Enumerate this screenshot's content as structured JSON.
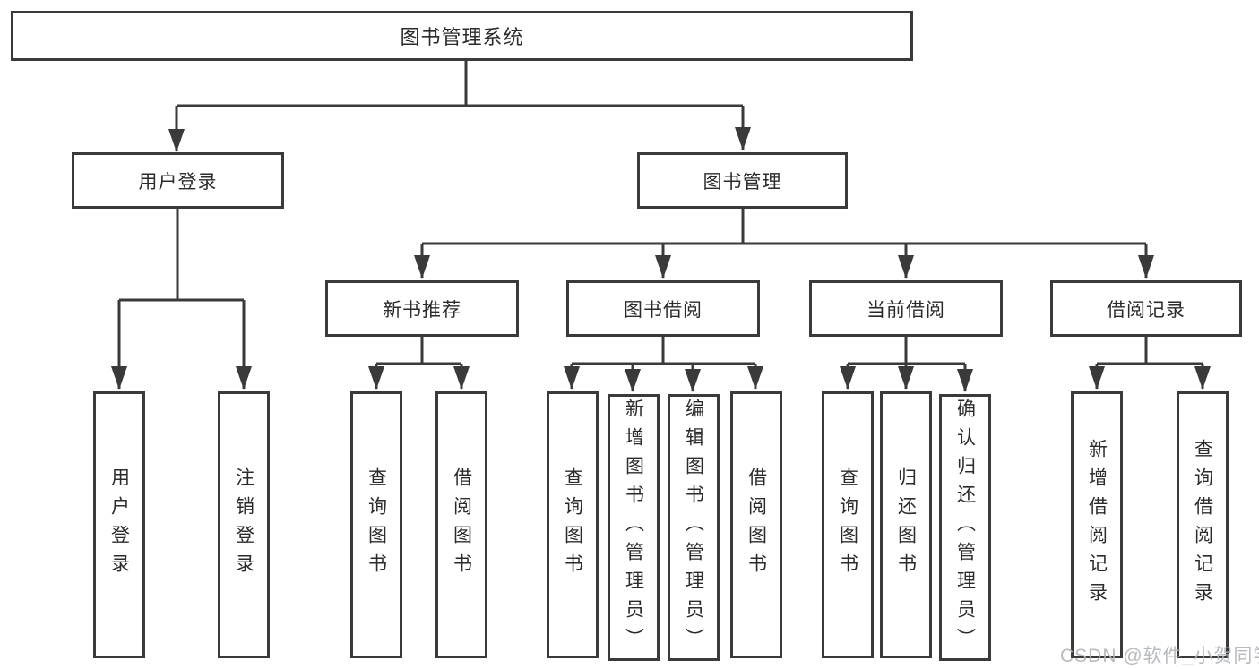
{
  "tree": {
    "root": "图书管理系统",
    "level2": [
      {
        "id": "user-login",
        "label": "用户登录",
        "children": [
          "用户登录",
          "注销登录"
        ]
      },
      {
        "id": "book-management",
        "label": "图书管理",
        "modules": [
          {
            "id": "new-book-recommend",
            "label": "新书推荐",
            "children": [
              "查询图书",
              "借阅图书"
            ]
          },
          {
            "id": "book-borrow",
            "label": "图书借阅",
            "children": [
              "查询图书",
              "新增图书（管理员）",
              "编辑图书（管理员）",
              "借阅图书"
            ]
          },
          {
            "id": "current-borrow",
            "label": "当前借阅",
            "children": [
              "查询图书",
              "归还图书",
              "确认归还（管理员）"
            ]
          },
          {
            "id": "borrow-record",
            "label": "借阅记录",
            "children": [
              "新增借阅记录",
              "查询借阅记录"
            ]
          }
        ]
      }
    ]
  },
  "watermark": "CSDN @软件_小贺同学",
  "colors": {
    "background": "#ffffff",
    "box_border": "#3a3a3a",
    "connector": "#3a3a3a",
    "text": "#2b2b2b",
    "watermark": "#b0b4b8"
  }
}
